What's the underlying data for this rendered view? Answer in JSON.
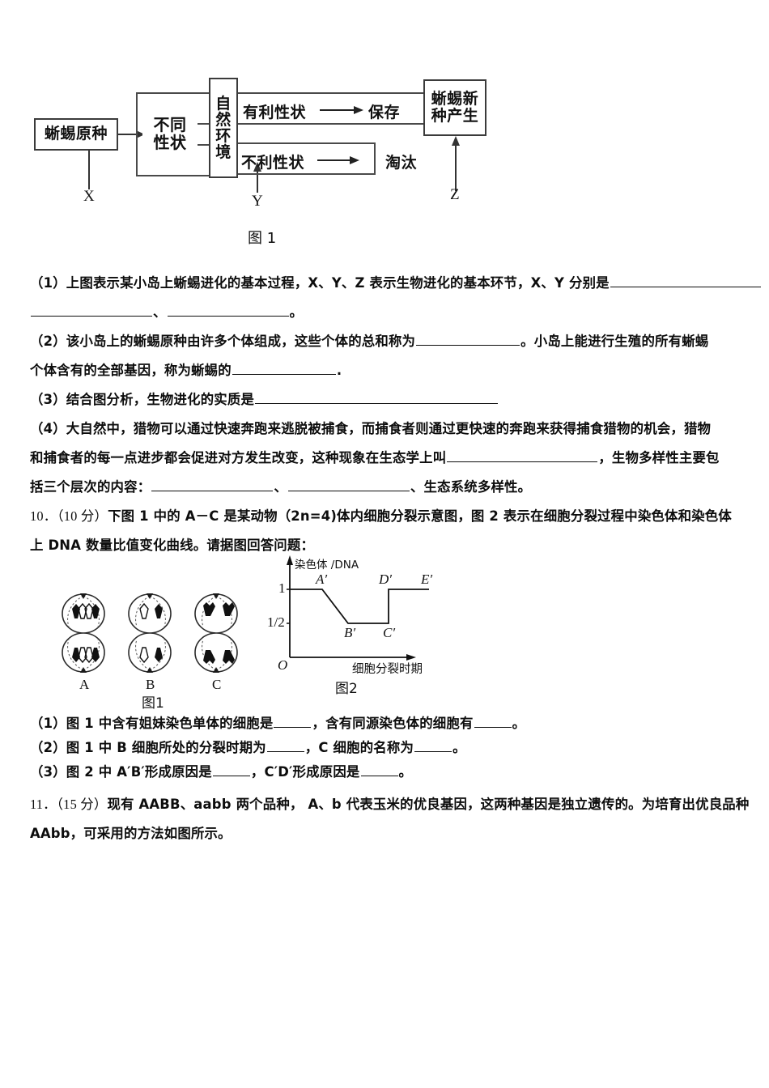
{
  "figure1": {
    "caption": "图 1",
    "boxes": {
      "origin": "蜥蜴原种",
      "variation": "不同\n性状",
      "environment": "自\n然\n环\n境",
      "favorable": "有利性状",
      "preserved": "保存",
      "unfavorable": "不利性状",
      "eliminated": "淘汰",
      "newspecies": "蜥蜴新\n种产生"
    },
    "arrow_labels": {
      "x": "X",
      "y": "Y",
      "z": "Z"
    }
  },
  "question9": {
    "items": [
      {
        "id": "q9-1",
        "lines": [
          "（1）上图表示某小岛上蜥蜴进化的基本过程，X、Y、Z 表示生物进化的基本环节，X、Y 分别是",
          "、",
          "。"
        ]
      },
      {
        "id": "q9-2",
        "lines": [
          "（2）该小岛上的蜥蜴原种由许多个体组成，这些个体的总和称为",
          "。小岛上能进行生殖的所有蜥蜴",
          "个体含有的全部基因，称为蜥蜴的",
          "."
        ]
      },
      {
        "id": "q9-3",
        "lines": [
          "（3）结合图分析，生物进化的实质是"
        ]
      },
      {
        "id": "q9-4",
        "lines": [
          "（4）大自然中，猎物可以通过快速奔跑来逃脱被捕食，而捕食者则通过更快速的奔跑来获得捕食猎物的机会，猎物",
          "和捕食者的每一点进步都会促进对方发生改变，这种现象在生态学上叫",
          "，生物多样性主要包",
          "括三个层次的内容：",
          "、",
          "、生态系统多样性。"
        ]
      }
    ]
  },
  "question10": {
    "number": "10．",
    "score": "（10 分）",
    "stem_line1": "下图 1 中的 A－C 是某动物（2n=4)体内细胞分裂示意图，图 2 表示在细胞分裂过程中染色体和染色体",
    "stem_line2": "上 DNA 数量比值变化曲线。请据图回答问题：",
    "figure1_cells": {
      "caption": "图1",
      "labels": [
        "A",
        "B",
        "C"
      ]
    },
    "figure2": {
      "caption": "图2",
      "ylabel": "染色体 /DNA",
      "xlabel": "细胞分裂时期",
      "origin": "O",
      "yticks": [
        "1",
        "1/2"
      ],
      "point_labels": [
        "A′",
        "B′",
        "C′",
        "D′",
        "E′"
      ]
    },
    "items": [
      {
        "id": "q10-1",
        "parts": [
          "（1）图 1 中含有姐妹染色单体的细胞是",
          "，含有同源染色体的细胞有",
          "。"
        ]
      },
      {
        "id": "q10-2",
        "parts": [
          "（2）图 1 中 B 细胞所处的分裂时期为",
          "，C 细胞的名称为",
          "。"
        ]
      },
      {
        "id": "q10-3",
        "parts": [
          "（3）图 2 中 A′B′形成原因是",
          "，C′D′形成原因是",
          "。"
        ]
      }
    ]
  },
  "question11": {
    "number": "11．",
    "score": "（15 分）",
    "line1": "现有 AABB、aabb 两个品种， A、b 代表玉米的优良基因，这两种基因是独立遗传的。为培育出优良品种",
    "line2": "AAbb，可采用的方法如图所示。"
  },
  "chart_data": {
    "type": "line",
    "title": "",
    "ylabel": "染色体 /DNA",
    "xlabel": "细胞分裂时期",
    "ylim": [
      0,
      1.25
    ],
    "yticks": [
      0.5,
      1
    ],
    "ytick_labels": [
      "1/2",
      "1"
    ],
    "grid": false,
    "legend": "none",
    "annotations": [
      "A′",
      "B′",
      "C′",
      "D′",
      "E′"
    ],
    "series": [
      {
        "name": "染色体/DNA 比值",
        "x": [
          0,
          0.22,
          0.45,
          0.7,
          0.7,
          1.0
        ],
        "y": [
          1,
          1,
          0.5,
          0.5,
          1,
          1
        ],
        "points": [
          {
            "label": "A′",
            "x": 0.22,
            "y": 1
          },
          {
            "label": "B′",
            "x": 0.45,
            "y": 0.5
          },
          {
            "label": "C′",
            "x": 0.7,
            "y": 0.5
          },
          {
            "label": "D′",
            "x": 0.7,
            "y": 1
          },
          {
            "label": "E′",
            "x": 1.0,
            "y": 1
          }
        ]
      }
    ]
  }
}
